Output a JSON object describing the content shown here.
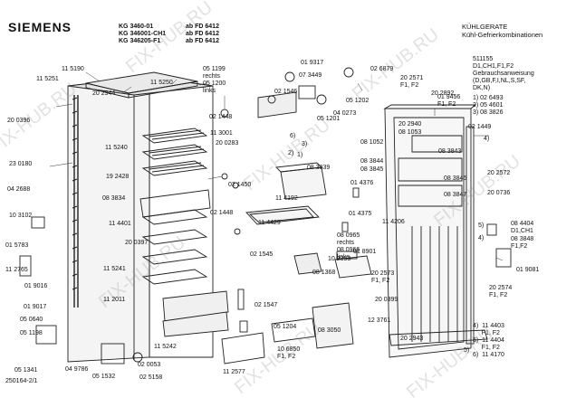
{
  "header": {
    "brand": "SIEMENS",
    "models": [
      "KG 3460-01",
      "KG 346001-CH1",
      "KG 346205-F1"
    ],
    "ab": [
      "ab FD 6412",
      "ab FD 6412",
      "ab FD 6412"
    ],
    "category": "KÜHLGERATE",
    "subcategory": "Kühl-Gefrierkombinationen"
  },
  "watermark": "FIX-HUB.RU",
  "footer_ref": "250164-2/1",
  "right_notes": {
    "n1": "511155\nD1,CH1,F1,F2\nGebrauchsanweisung\n(D,GB,F,I,NL,S,SF,\nDK,N)",
    "n2": "1) 02 6493\n2) 05 4601\n3) 08 3826",
    "n3": "4)  11 4403\n     F1, F2\n5)  11 4404\n     F1, F2\n6)  11 4170"
  },
  "labels": [
    "11 5190",
    "20 2944",
    "11 5251",
    "20 0396",
    "23 0180",
    "04 2688",
    "10 3102",
    "01 5783",
    "11 2765",
    "01 9016",
    "01 9017",
    "05 0640",
    "05 1198",
    "05 1341",
    "04 9786",
    "05 1532",
    "02 0053",
    "02 5158",
    "11 5250",
    "11 5240",
    "19 2428",
    "08 3834",
    "11 4401",
    "20 0397",
    "11 5241",
    "11 2011",
    "11 5242",
    "11 2577",
    "05 1199\nrechts\n05 1200\nlinks",
    "02 1448",
    "11 3001",
    "20 0283",
    "02 1450",
    "02 1448",
    "11 4429",
    "02 1545",
    "01 9317",
    "07 3449",
    "02 6879",
    "02 1546",
    "05 1202",
    "05 1201",
    "04 0273",
    "6)",
    "3)",
    "2)",
    "1)",
    "08 3839",
    "11 4192",
    "01 4376",
    "01 4375",
    "01 8901",
    "10 2393",
    "08 0965\nrechts\n08 0966\nlinks",
    "08 1368",
    "12 3761",
    "08 3050",
    "10 6850\nF1, F2",
    "02 1547",
    "05 1204",
    "20 2571\nF1, F2",
    "20 2892",
    "01 9456\nF1, F2",
    "02 1449",
    "4)",
    "20 2940",
    "08 1053",
    "08 1052",
    "08 3843",
    "08 3844",
    "08 3845",
    "08 3846",
    "08 3847",
    "20 2572",
    "20 0736",
    "11 4206",
    "08 4404\nD1,CH1",
    "08 3848\nF1,F2",
    "5)",
    "4)",
    "01 9081",
    "20 2573\nF1, F2",
    "20 2574\nF1, F2",
    "20 0399",
    "20 2943",
    "5)"
  ]
}
